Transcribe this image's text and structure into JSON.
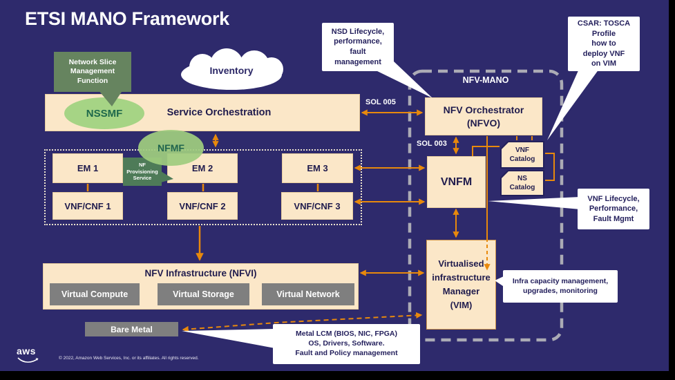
{
  "title": "ETSI MANO Framework",
  "cloud": {
    "label": "Inventory"
  },
  "green": {
    "nsmf": "Network Slice\nManagement\nFunction",
    "nf_prov": "NF\nProvisioning\nService"
  },
  "ellipses": {
    "nssmf": "NSSMF",
    "nfmf": "NFMF"
  },
  "boxes": {
    "service_orchestration": "Service Orchestration",
    "em1": "EM 1",
    "em2": "EM 2",
    "em3": "EM 3",
    "vnf1": "VNF/CNF 1",
    "vnf2": "VNF/CNF 2",
    "vnf3": "VNF/CNF 3",
    "nfvi": "NFV Infrastructure (NFVI)",
    "virtual_compute": "Virtual Compute",
    "virtual_storage": "Virtual Storage",
    "virtual_network": "Virtual Network",
    "bare_metal": "Bare Metal",
    "nfvo": "NFV Orchestrator\n(NFVO)",
    "vnfm": "VNFM",
    "vnf_catalog": "VNF\nCatalog",
    "ns_catalog": "NS\nCatalog",
    "vim": "Virtualised\ninfrastructure\nManager\n(VIM)"
  },
  "labels": {
    "sol005": "SOL 005",
    "sol003": "SOL 003",
    "nfv_mano": "NFV-MANO"
  },
  "callouts": {
    "nsd": "NSD Lifecycle,\nperformance,\nfault\nmanagement",
    "csar": "CSAR: TOSCA\nProfile\nhow to\ndeploy VNF\non VIM",
    "vnf_lifecycle": "VNF Lifecycle,\nPerformance,\nFault Mgmt",
    "infra": "Infra capacity management,\nupgrades, monitoring",
    "metal": "Metal LCM (BIOS, NIC, FPGA)\nOS, Drivers, Software.\nFault and Policy management"
  },
  "footer": {
    "logo_text": "aws",
    "copyright": "© 2022, Amazon Web Services, Inc. or its affiliates. All rights reserved."
  },
  "colors": {
    "background": "#2E2A6C",
    "box_fill": "#FBE7C8",
    "box_text": "#1F1B4D",
    "arrow_orange": "#E8890C",
    "green_dark": "#66845F",
    "green_light": "#A6D485",
    "gray_box": "#7F7F7F",
    "mano_dash": "#ABABB5",
    "callout_bg": "#FFFFFF"
  }
}
